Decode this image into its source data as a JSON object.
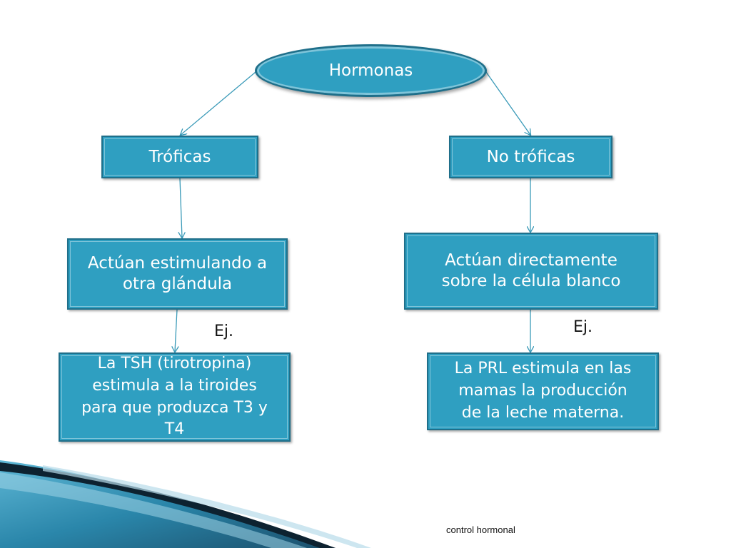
{
  "diagram": {
    "root": "Hormonas",
    "left": {
      "category": "Tróficas",
      "description": "Actúan estimulando a otra glándula",
      "example_label": "Ej.",
      "example_lines": [
        "La TSH (tirotropina)",
        "estimula a la tiroides",
        "para que produzca T3 y",
        "T4"
      ]
    },
    "right": {
      "category": "No tróficas",
      "description_lines": [
        "Actúan directamente",
        "sobre la célula blanco"
      ],
      "example_label": "Ej.",
      "example_lines": [
        "La PRL estimula en las",
        "mamas la producción",
        "de la leche materna."
      ]
    }
  },
  "footer": "control hormonal",
  "colors": {
    "box_fill": "#2f9fc1",
    "box_border": "#1f6f8a",
    "connector": "#3a9ab8",
    "accent_dark": "#1b4f6b"
  }
}
